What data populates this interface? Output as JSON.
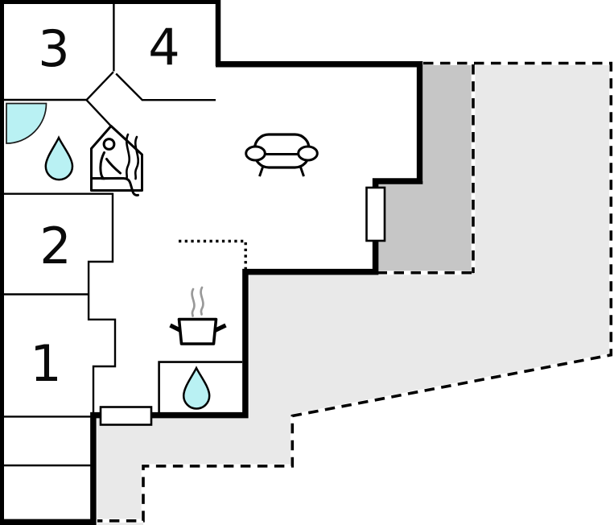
{
  "floorplan": {
    "type": "house-floor-plan",
    "rooms": [
      {
        "number": "3"
      },
      {
        "number": "4"
      },
      {
        "number": "2"
      },
      {
        "number": "1"
      }
    ],
    "icons": [
      {
        "name": "shower-icon"
      },
      {
        "name": "water-drop-icon-bathroom"
      },
      {
        "name": "sauna-icon"
      },
      {
        "name": "sofa-icon"
      },
      {
        "name": "cooking-pot-icon"
      },
      {
        "name": "steam-icon"
      },
      {
        "name": "water-drop-icon-wc"
      },
      {
        "name": "window-marker-right"
      },
      {
        "name": "window-marker-bottom"
      }
    ],
    "areas": [
      {
        "name": "covered-terrace",
        "style": "dark-gray dashed outline"
      },
      {
        "name": "open-terrace",
        "style": "light-gray dashed outline"
      },
      {
        "name": "kitchen-open-boundary",
        "style": "dotted line"
      }
    ],
    "colors": {
      "wall": "#000000",
      "background": "#ffffff",
      "terrace_open": "#e9e9e9",
      "terrace_covered": "#c6c6c6",
      "water": "#b9f1f3",
      "steam": "#999999",
      "label": "#0a0a0a"
    }
  }
}
